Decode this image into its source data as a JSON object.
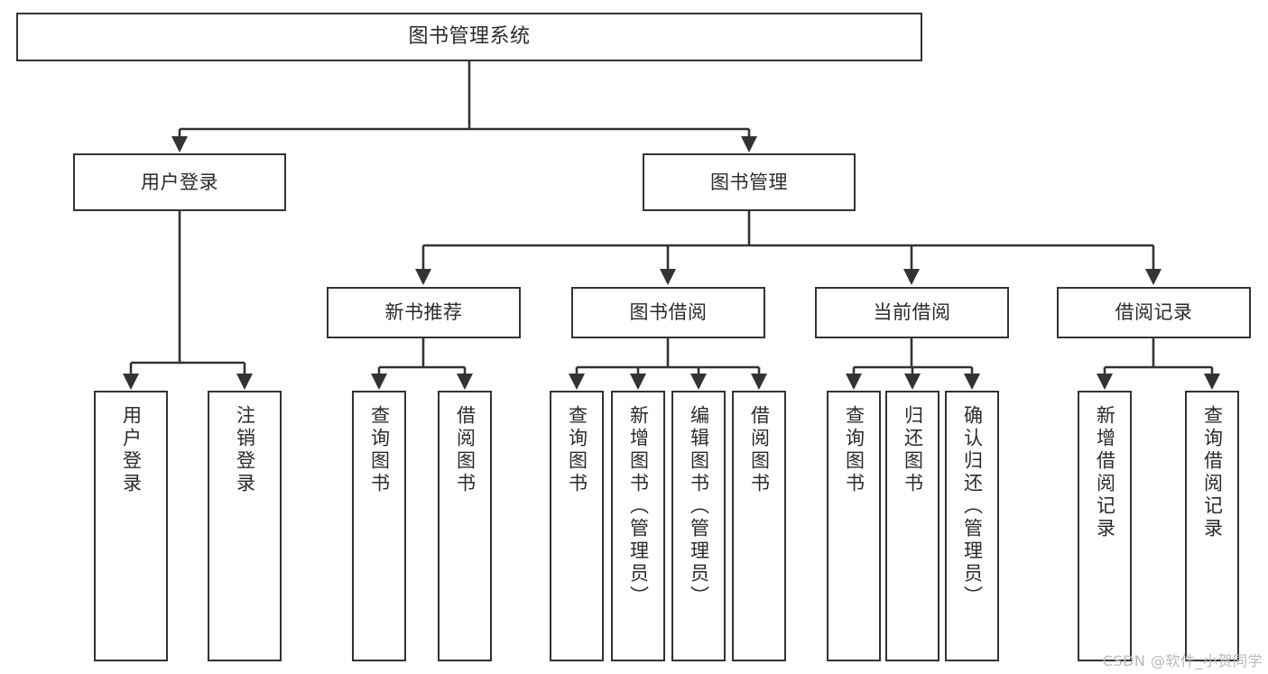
{
  "diagram": {
    "title": "图书管理系统",
    "type": "tree-hierarchy-chart",
    "colors": {
      "background": "#ffffff",
      "box_border": "#333333",
      "box_fill": "#ffffff",
      "edge": "#333333",
      "text": "#2b2b2b",
      "watermark": "#b9b9b9"
    },
    "watermark": "CSDN @软件_小贺同学",
    "nodes": {
      "root": {
        "label": "图书管理系统"
      },
      "level1": [
        {
          "label": "用户登录"
        },
        {
          "label": "图书管理"
        }
      ],
      "level2": [
        {
          "label": "新书推荐"
        },
        {
          "label": "图书借阅"
        },
        {
          "label": "当前借阅"
        },
        {
          "label": "借阅记录"
        }
      ],
      "leaves_user_login": [
        {
          "label": "用户登录"
        },
        {
          "label": "注销登录"
        }
      ],
      "leaves_new_book": [
        {
          "label": "查询图书"
        },
        {
          "label": "借阅图书"
        }
      ],
      "leaves_borrow": [
        {
          "label": "查询图书"
        },
        {
          "label": "新增图书（管理员）"
        },
        {
          "label": "编辑图书（管理员）"
        },
        {
          "label": "借阅图书"
        }
      ],
      "leaves_current": [
        {
          "label": "查询图书"
        },
        {
          "label": "归还图书"
        },
        {
          "label": "确认归还（管理员）"
        }
      ],
      "leaves_records": [
        {
          "label": "新增借阅记录"
        },
        {
          "label": "查询借阅记录"
        }
      ]
    }
  }
}
